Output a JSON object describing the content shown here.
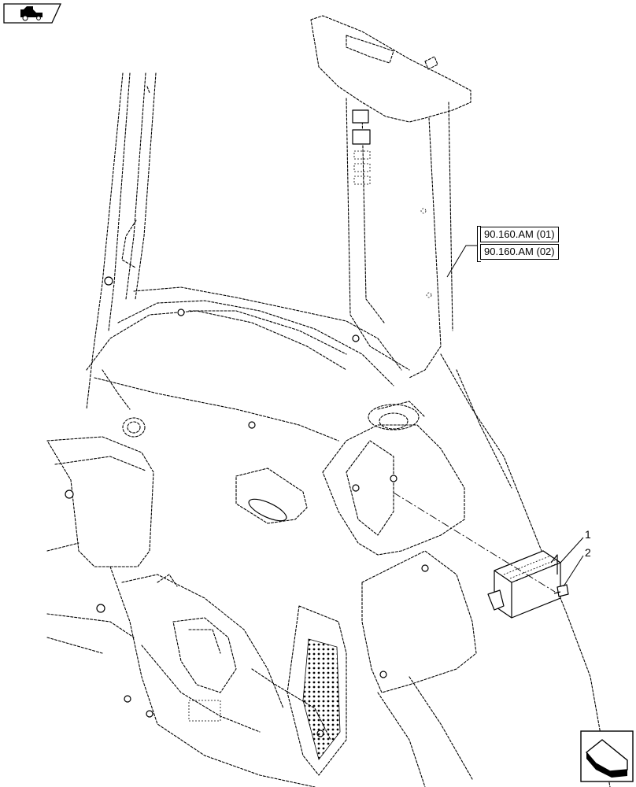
{
  "references": [
    "90.160.AM (01)",
    "90.160.AM (02)"
  ],
  "callouts": [
    "1",
    "2"
  ],
  "icons": {
    "top_left": "tractor-section-icon",
    "bottom_right": "next-page-arrow-icon"
  }
}
